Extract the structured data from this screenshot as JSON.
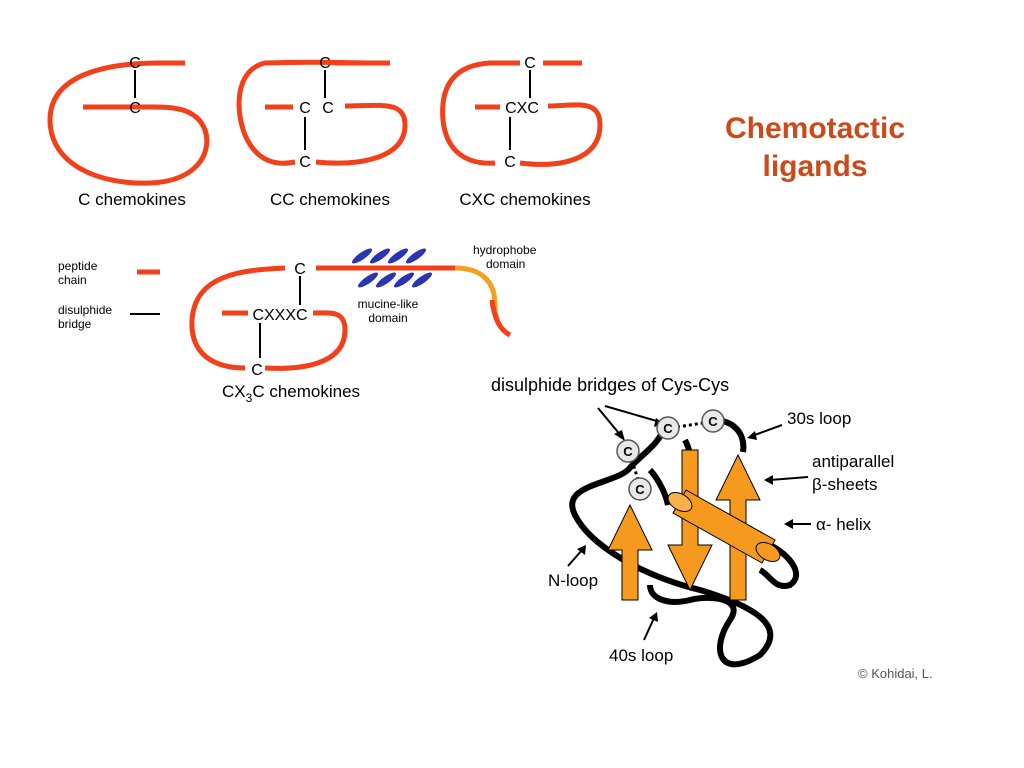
{
  "title": {
    "line1": "Chemotactic",
    "line2": "ligands"
  },
  "colors": {
    "chain": "#f2401a",
    "hydrophobe": "#f4a020",
    "mucine": "#2a35b0",
    "title": "#cc4a1a",
    "helix": "#f59a1e"
  },
  "top_panels": [
    {
      "caption": "C chemokines",
      "labels": [
        "C",
        "C"
      ]
    },
    {
      "caption": "CC chemokines",
      "labels": [
        "C",
        "C",
        "C",
        "C"
      ]
    },
    {
      "caption": "CXC chemokines",
      "labels": [
        "C",
        "CXC",
        "C"
      ]
    }
  ],
  "legend": {
    "peptide_chain": [
      "peptide",
      "chain"
    ],
    "disulphide_bridge": [
      "disulphide",
      "bridge"
    ]
  },
  "cx3c": {
    "labels": [
      "C",
      "CXXXC",
      "C"
    ],
    "caption_main": "CX",
    "caption_sub": "3",
    "caption_rest": "C chemokines",
    "mucine_label": [
      "mucine-like",
      "domain"
    ],
    "hydrophobe_label": [
      "hydrophobe",
      "domain"
    ]
  },
  "structure": {
    "heading": "disulphide bridges of Cys-Cys",
    "cys_label": "C",
    "loop30": "30s loop",
    "antiparallel": [
      "antiparallel",
      "β-sheets"
    ],
    "helix": "α- helix",
    "nloop": "N-loop",
    "loop40": "40s loop"
  },
  "copyright": "© Kohidai, L."
}
